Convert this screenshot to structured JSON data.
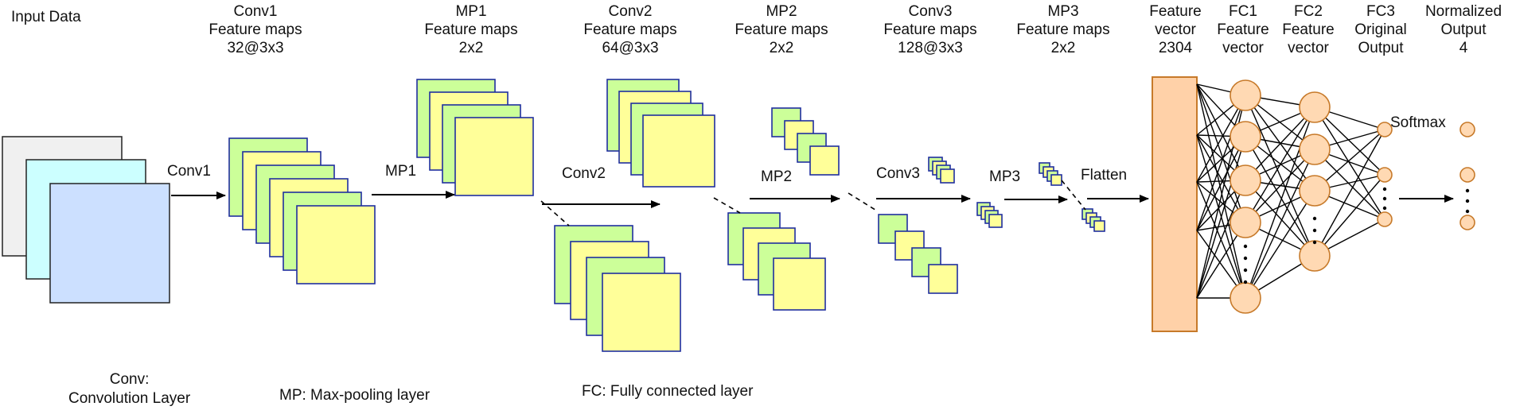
{
  "diagram": {
    "input_label": "Input Data",
    "headers": [
      {
        "id": "conv1",
        "lines": [
          "Conv1",
          "Feature maps",
          "32@3x3"
        ]
      },
      {
        "id": "mp1",
        "lines": [
          "MP1",
          "Feature maps",
          "2x2"
        ]
      },
      {
        "id": "conv2",
        "lines": [
          "Conv2",
          "Feature maps",
          "64@3x3"
        ]
      },
      {
        "id": "mp2",
        "lines": [
          "MP2",
          "Feature maps",
          "2x2"
        ]
      },
      {
        "id": "conv3",
        "lines": [
          "Conv3",
          "Feature maps",
          "128@3x3"
        ]
      },
      {
        "id": "mp3",
        "lines": [
          "MP3",
          "Feature maps",
          "2x2"
        ]
      },
      {
        "id": "fv",
        "lines": [
          "Feature",
          "vector",
          "2304"
        ]
      },
      {
        "id": "fc1",
        "lines": [
          "FC1",
          "Feature",
          "vector"
        ]
      },
      {
        "id": "fc2",
        "lines": [
          "FC2",
          "Feature",
          "vector"
        ]
      },
      {
        "id": "fc3",
        "lines": [
          "FC3",
          "Original",
          "Output"
        ]
      },
      {
        "id": "norm",
        "lines": [
          "Normalized",
          "Output",
          "4"
        ]
      }
    ],
    "arrow_labels": {
      "conv1": "Conv1",
      "mp1": "MP1",
      "conv2": "Conv2",
      "mp2": "MP2",
      "conv3": "Conv3",
      "mp3": "MP3",
      "flatten": "Flatten",
      "softmax": "Softmax"
    },
    "legend": {
      "conv": [
        "Conv:",
        "Convolution Layer"
      ],
      "mp": "MP: Max-pooling layer",
      "fc": "FC: Fully connected layer"
    },
    "colors": {
      "green": "#ccff99",
      "yellow": "#ffff99",
      "blue_edge": "#1f2f9f",
      "input_gray": "#f0f0f0",
      "input_cyan": "#ccffff",
      "input_blue": "#cce0ff",
      "neuron_fill": "#ffd9b3",
      "neuron_edge": "#c77a2a",
      "vector_fill": "#ffd1a8"
    }
  }
}
